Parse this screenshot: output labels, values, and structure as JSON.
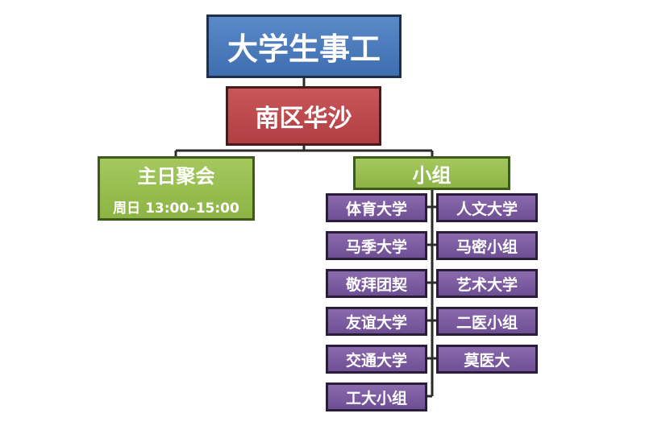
{
  "root": {
    "label": "大学生事工"
  },
  "region": {
    "label": "南区华沙"
  },
  "sunday": {
    "label": "主日聚会",
    "time": "周日 13:00–15:00"
  },
  "groups": {
    "label": "小组",
    "left": [
      "体育大学",
      "马季大学",
      "敬拜团契",
      "友谊大学",
      "交通大学",
      "工大小组"
    ],
    "right": [
      "人文大学",
      "马密小组",
      "艺术大学",
      "二医小组",
      "莫医大"
    ]
  }
}
